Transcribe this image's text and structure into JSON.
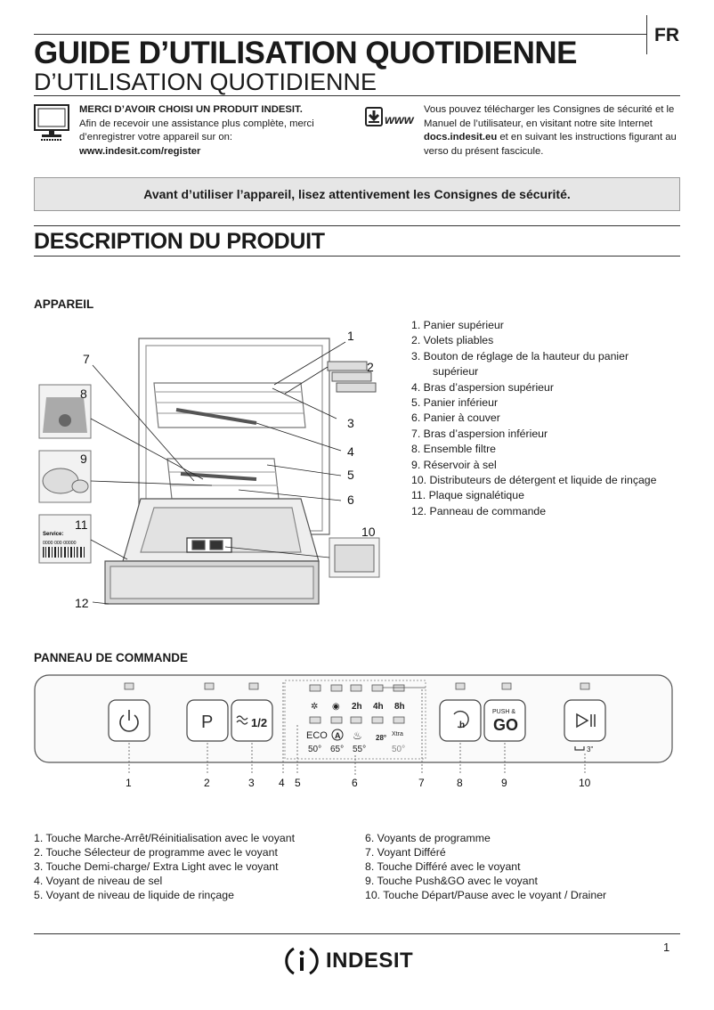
{
  "header": {
    "lang": "FR",
    "title": "GUIDE D’UTILISATION QUOTIDIENNE",
    "subtitle": "D’UTILISATION QUOTIDIENNE"
  },
  "thanks": {
    "bold": "MERCI D’AVOIR CHOISI UN PRODUIT INDESIT.",
    "line1": "Afin de recevoir une assistance plus complète, merci",
    "line2": "d’enregistrer votre appareil sur on:",
    "url": "www.indesit.com/register"
  },
  "download": {
    "icon_label": "www",
    "text1": "Vous pouvez télécharger les Consignes de sécurité et le  Manuel de l’utilisateur, en visitant notre site Internet ",
    "url": "docs.indesit.eu",
    "text2": " et en suivant les instructions figurant au verso du présent fascicule."
  },
  "warning": "Avant d’utiliser l’appareil, lisez attentivement les Consignes de sécurité.",
  "section_title": "DESCRIPTION DU PRODUIT",
  "appareil": {
    "heading": "APPAREIL",
    "items": [
      "1.  Panier supérieur",
      "2.  Volets pliables",
      "3.  Bouton de réglage de la hauteur du panier",
      "supérieur",
      "4.  Bras d’aspersion supérieur",
      "5.  Panier inférieur",
      "6.  Panier à couver",
      "7.  Bras d’aspersion inférieur",
      "8.  Ensemble filtre",
      "9.  Réservoir à sel",
      "10.  Distributeurs de détergent et liquide de rinçage",
      "11.  Plaque signalétique",
      "12.  Panneau de commande"
    ],
    "callouts": [
      "1",
      "2",
      "3",
      "4",
      "5",
      "6",
      "7",
      "8",
      "9",
      "10",
      "11",
      "12"
    ],
    "plate_label": "Service:",
    "plate_code": "0000 000 00000"
  },
  "panel": {
    "heading": "PANNEAU DE COMMANDE",
    "half_label": "1/2",
    "delay_labels": [
      "2h",
      "4h",
      "8h"
    ],
    "eco_label": "ECO",
    "auto_label": "A",
    "temps": [
      "50°",
      "65°",
      "55°",
      "50°"
    ],
    "extra_label": "Xtra",
    "temp28": "28°",
    "push_label": "PUSH &",
    "go_label": "GO",
    "drain_label": "3\"",
    "numbers": [
      "1",
      "2",
      "3",
      "4",
      "5",
      "6",
      "7",
      "8",
      "9",
      "10"
    ],
    "legend_left": [
      "1.  Touche Marche-Arrêt/Réinitialisation avec le voyant",
      "2.  Touche Sélecteur de programme avec le voyant",
      "3.  Touche Demi-charge/ Extra Light avec le voyant",
      "4.  Voyant de niveau de sel",
      "5.  Voyant de niveau de liquide de rinçage"
    ],
    "legend_right": [
      "6.  Voyants de programme",
      "7.  Voyant Différé",
      "8.  Touche Différé avec le voyant",
      "9.  Touche Push&GO avec le voyant",
      "10.  Touche Départ/Pause avec le voyant / Drainer"
    ]
  },
  "footer": {
    "brand": "INDESIT",
    "page": "1"
  }
}
